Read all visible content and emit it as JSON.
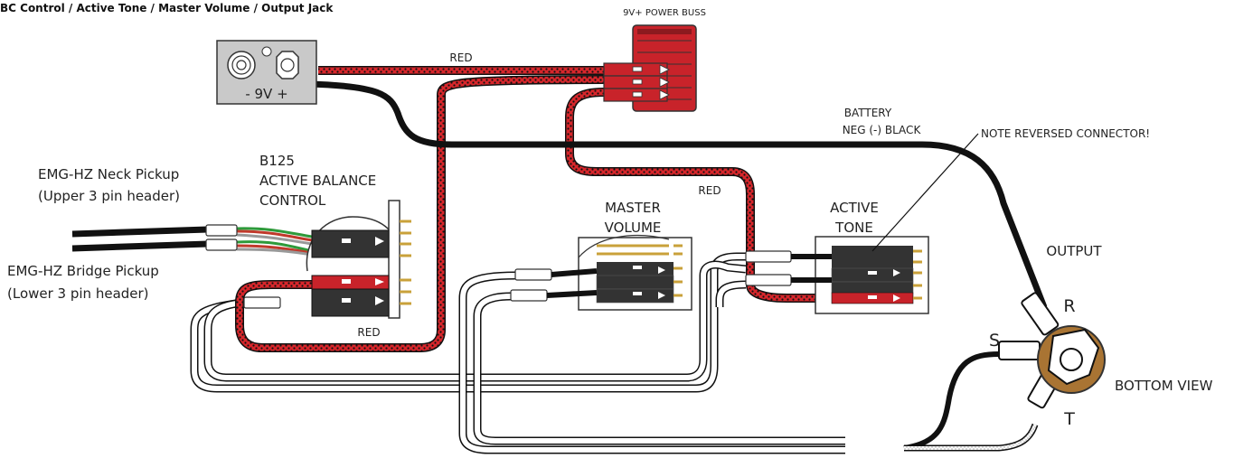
{
  "title": "BC Control / Active Tone / Master Volume / Output Jack",
  "labels": {
    "power_buss": "9V+ POWER BUSS",
    "red": "RED",
    "battery_line1": "BATTERY",
    "battery_line2": "NEG (-) BLACK",
    "note": "NOTE REVERSED CONNECTOR!",
    "neck_line1": "EMG-HZ Neck Pickup",
    "neck_line2": "(Upper 3 pin header)",
    "bridge_line1": "EMG-HZ Bridge Pickup",
    "bridge_line2": "(Lower 3 pin header)",
    "b125_line1": "B125",
    "b125_line2": "ACTIVE BALANCE",
    "b125_line3": "CONTROL",
    "master_line1": "MASTER",
    "master_line2": "VOLUME",
    "tone_line1": "ACTIVE",
    "tone_line2": "TONE",
    "output": "OUTPUT",
    "bottom_view": "BOTTOM VIEW",
    "battery_clip": "-  9V  +",
    "jack_r": "R",
    "jack_s": "S",
    "jack_t": "T"
  },
  "colors": {
    "red_wire": "#d7262b",
    "black_wire": "#111111",
    "connector_red": "#c8232a",
    "connector_dark": "#333333",
    "jack_brass": "#a97433"
  }
}
